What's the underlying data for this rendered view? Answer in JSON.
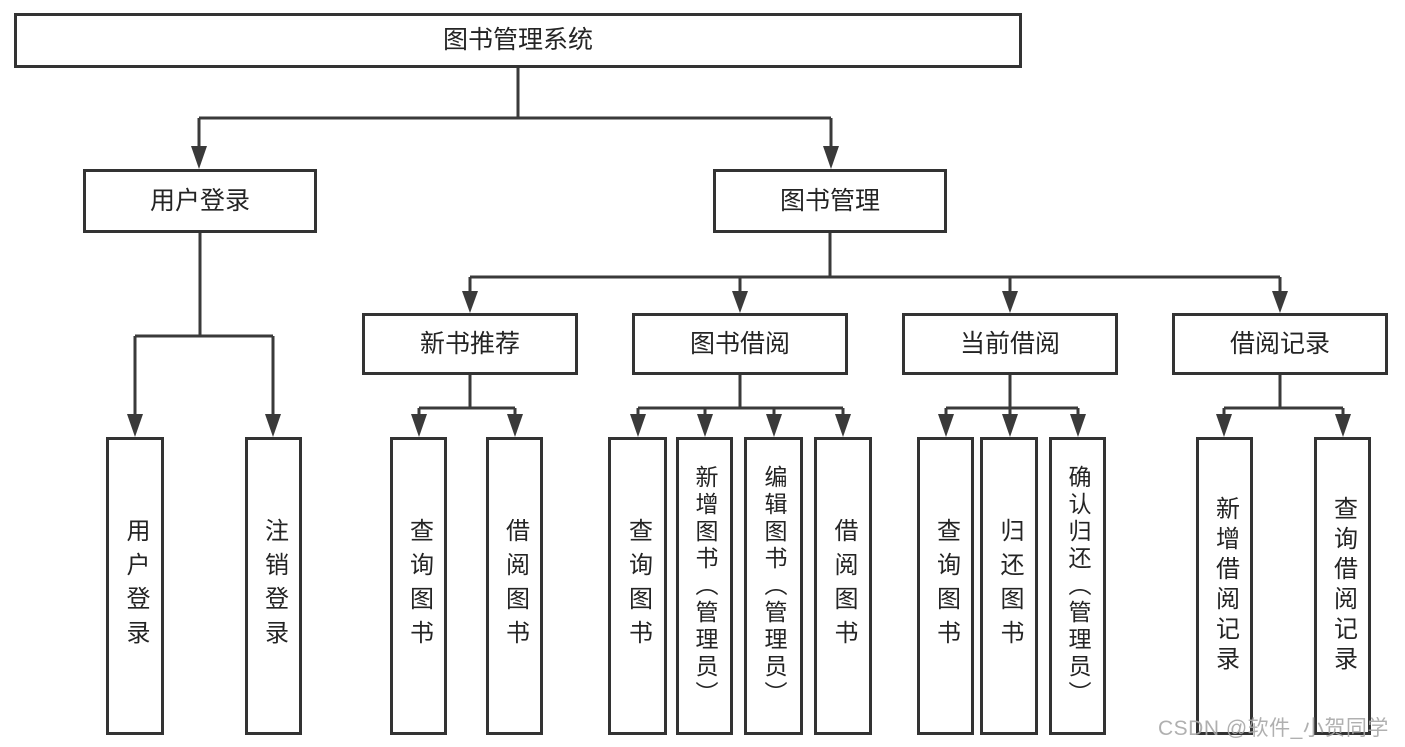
{
  "diagram": {
    "root": {
      "label": "图书管理系统"
    },
    "level2": [
      {
        "label": "用户登录"
      },
      {
        "label": "图书管理"
      }
    ],
    "level3": [
      {
        "label": "新书推荐",
        "parent": "图书管理"
      },
      {
        "label": "图书借阅",
        "parent": "图书管理"
      },
      {
        "label": "当前借阅",
        "parent": "图书管理"
      },
      {
        "label": "借阅记录",
        "parent": "图书管理"
      }
    ],
    "leaves": [
      {
        "label": "用户登录",
        "parent": "用户登录"
      },
      {
        "label": "注销登录",
        "parent": "用户登录"
      },
      {
        "label": "查询图书",
        "parent": "新书推荐"
      },
      {
        "label": "借阅图书",
        "parent": "新书推荐"
      },
      {
        "label": "查询图书",
        "parent": "图书借阅"
      },
      {
        "label": "新增图书（管理员）",
        "parent": "图书借阅"
      },
      {
        "label": "编辑图书（管理员）",
        "parent": "图书借阅"
      },
      {
        "label": "借阅图书",
        "parent": "图书借阅"
      },
      {
        "label": "查询图书",
        "parent": "当前借阅"
      },
      {
        "label": "归还图书",
        "parent": "当前借阅"
      },
      {
        "label": "确认归还（管理员）",
        "parent": "当前借阅"
      },
      {
        "label": "新增借阅记录",
        "parent": "借阅记录"
      },
      {
        "label": "查询借阅记录",
        "parent": "借阅记录"
      }
    ]
  },
  "watermark": {
    "text": "CSDN @软件_小贺同学"
  },
  "colors": {
    "background": "#ffffff",
    "line": "#3a3a3a",
    "box_border": "#333333",
    "text": "#242424",
    "watermark": "#a8a8a8"
  }
}
